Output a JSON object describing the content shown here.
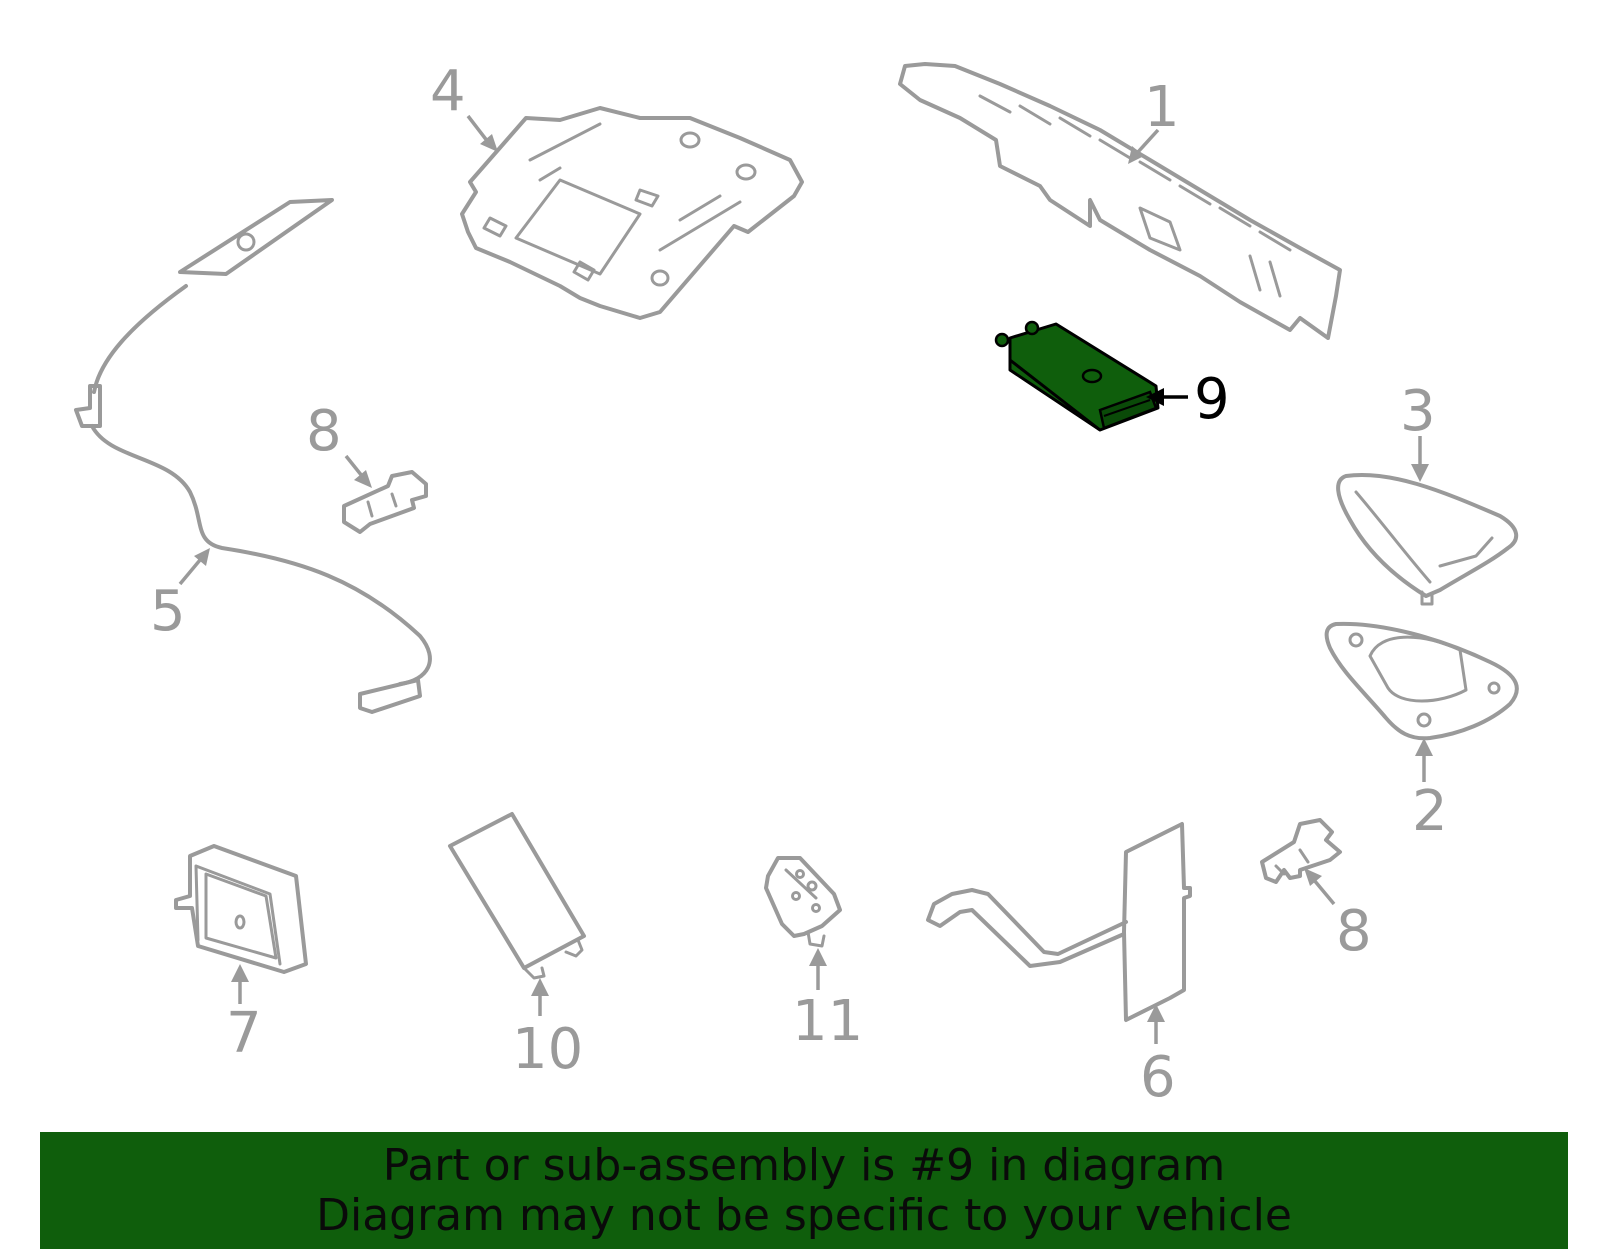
{
  "highlight_color": "#0f5e0c",
  "part_stroke_color": "#9a9a9a",
  "highlighted_part": "9",
  "callouts": {
    "c1": "1",
    "c2": "2",
    "c3": "3",
    "c4": "4",
    "c5": "5",
    "c6": "6",
    "c7": "7",
    "c8a": "8",
    "c8b": "8",
    "c9": "9",
    "c10": "10",
    "c11": "11"
  },
  "banner": {
    "line1": "Part or sub-assembly is #9 in diagram",
    "line2": "Diagram may not be specific to your vehicle"
  }
}
